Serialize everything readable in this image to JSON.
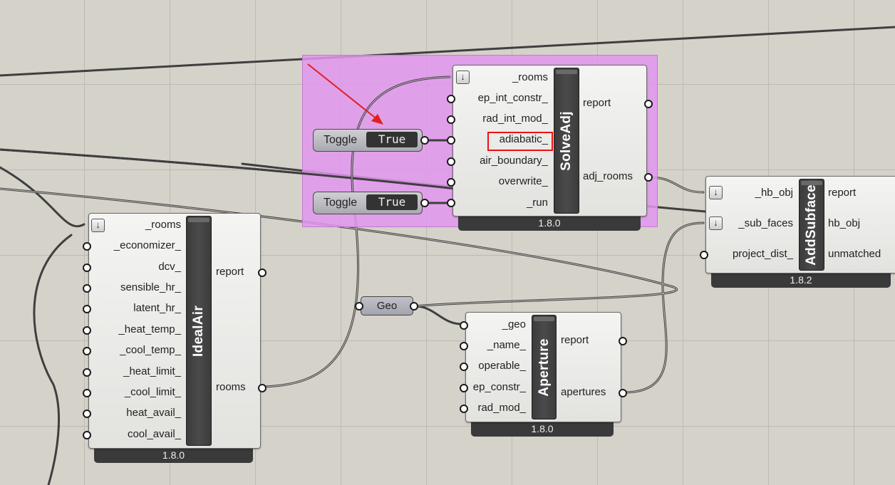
{
  "solveadj": {
    "title": "SolveAdj",
    "inputs": [
      "_rooms",
      "ep_int_constr_",
      "rad_int_mod_",
      "adiabatic_",
      "air_boundary_",
      "overwrite_",
      "_run"
    ],
    "outputs": [
      "report",
      "adj_rooms"
    ],
    "version": "1.8.0"
  },
  "toggles": [
    {
      "name": "Toggle",
      "value": "True"
    },
    {
      "name": "Toggle",
      "value": "True"
    }
  ],
  "idealair": {
    "title": "IdealAir",
    "inputs": [
      "_rooms",
      "_economizer_",
      "dcv_",
      "sensible_hr_",
      "latent_hr_",
      "_heat_temp_",
      "_cool_temp_",
      "_heat_limit_",
      "_cool_limit_",
      "heat_avail_",
      "cool_avail_"
    ],
    "outputs": [
      "report",
      "rooms"
    ],
    "version": "1.8.0"
  },
  "geo": {
    "label": "Geo"
  },
  "aperture": {
    "title": "Aperture",
    "inputs": [
      "_geo",
      "_name_",
      "operable_",
      "ep_constr_",
      "rad_mod_"
    ],
    "outputs": [
      "report",
      "apertures"
    ],
    "version": "1.8.0"
  },
  "addsubface": {
    "title": "AddSubface",
    "inputs": [
      "_hb_obj",
      "_sub_faces",
      "project_dist_"
    ],
    "outputs": [
      "report",
      "hb_obj",
      "unmatched"
    ],
    "version": "1.8.2"
  },
  "icons": {
    "flatten": "arrow-down-icon"
  },
  "colors": {
    "group": "#e296ee",
    "highlight": "#ee1111",
    "arrow": "#e02020"
  }
}
